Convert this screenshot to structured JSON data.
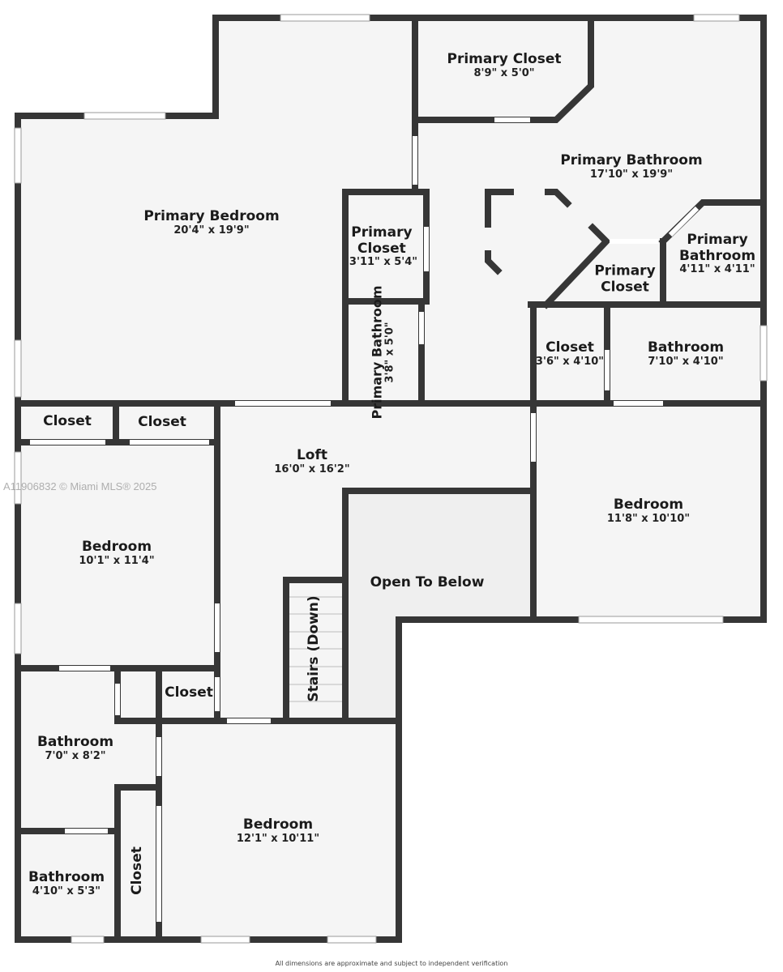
{
  "floorplan": {
    "rooms": [
      {
        "id": "primary-bedroom",
        "name": "Primary Bedroom",
        "dims": "20'4\" x 19'9\""
      },
      {
        "id": "primary-closet-a",
        "name": "Primary Closet",
        "dims": "8'9\" x 5'0\""
      },
      {
        "id": "primary-bathroom",
        "name": "Primary Bathroom",
        "dims": "17'10\" x 19'9\""
      },
      {
        "id": "primary-closet-b",
        "name": "Primary Closet",
        "dims": "3'11\" x 5'4\""
      },
      {
        "id": "primary-bathroom-small",
        "name": "Primary Bathroom",
        "dims": "3'8\" x 5'0\""
      },
      {
        "id": "primary-closet-c",
        "name": "Primary Closet",
        "dims": ""
      },
      {
        "id": "primary-bathroom-c",
        "name": "Primary Bathroom",
        "dims": "4'11\" x 4'11\""
      },
      {
        "id": "closet-east",
        "name": "Closet",
        "dims": "3'6\" x 4'10\""
      },
      {
        "id": "bathroom-east",
        "name": "Bathroom",
        "dims": "7'10\" x 4'10\""
      },
      {
        "id": "closet-nw-1",
        "name": "Closet",
        "dims": ""
      },
      {
        "id": "closet-nw-2",
        "name": "Closet",
        "dims": ""
      },
      {
        "id": "loft",
        "name": "Loft",
        "dims": "16'0\" x 16'2\""
      },
      {
        "id": "bedroom-east",
        "name": "Bedroom",
        "dims": "11'8\" x 10'10\""
      },
      {
        "id": "bedroom-west",
        "name": "Bedroom",
        "dims": "10'1\" x 11'4\""
      },
      {
        "id": "open-to-below",
        "name": "Open To Below",
        "dims": ""
      },
      {
        "id": "stairs",
        "name": "Stairs (Down)",
        "dims": ""
      },
      {
        "id": "closet-sw",
        "name": "Closet",
        "dims": ""
      },
      {
        "id": "bathroom-sw",
        "name": "Bathroom",
        "dims": "7'0\" x 8'2\""
      },
      {
        "id": "bedroom-south",
        "name": "Bedroom",
        "dims": "12'1\" x 10'11\""
      },
      {
        "id": "bathroom-small-sw",
        "name": "Bathroom",
        "dims": "4'10\" x 5'3\""
      },
      {
        "id": "closet-vertical",
        "name": "Closet",
        "dims": ""
      }
    ],
    "watermark": "A11906832 © Miami MLS® 2025",
    "disclaimer": "All dimensions are approximate and subject to independent verification",
    "colors": {
      "wall": "#363636",
      "floor": "#f5f5f5",
      "open_to_below": "#efefef",
      "background": "#ffffff"
    }
  }
}
